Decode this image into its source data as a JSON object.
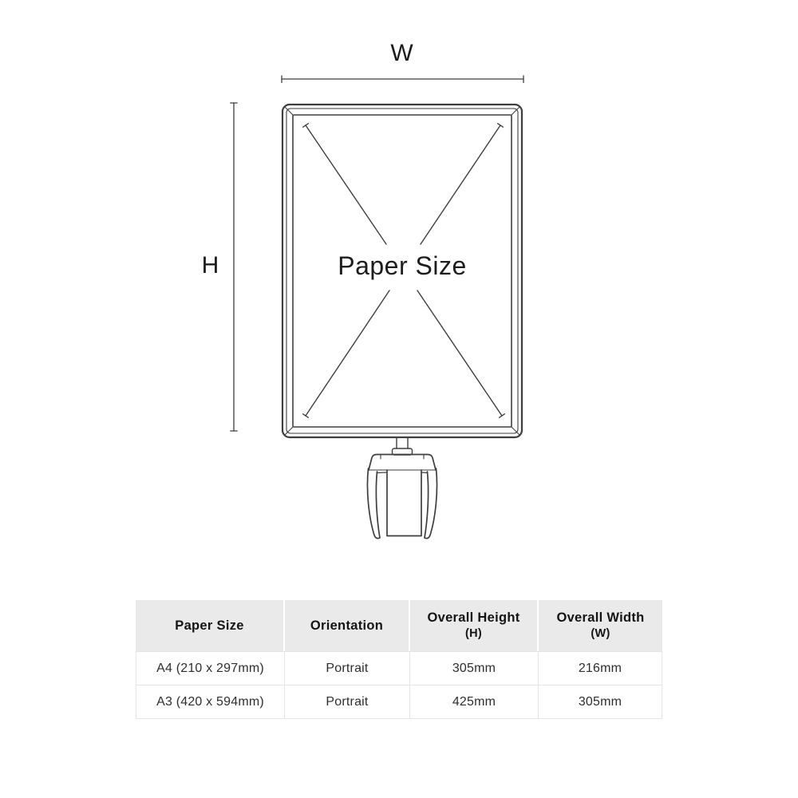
{
  "diagram": {
    "width_label": "W",
    "height_label": "H",
    "frame_label": "Paper Size",
    "line_color": "#3e3e3e"
  },
  "table": {
    "header_bg": "#eaeaea",
    "border_color": "#e4e4e4",
    "headers": [
      {
        "line1": "Paper Size",
        "line2": ""
      },
      {
        "line1": "Orientation",
        "line2": ""
      },
      {
        "line1": "Overall Height",
        "line2": "(H)"
      },
      {
        "line1": "Overall Width",
        "line2": "(W)"
      }
    ],
    "rows": [
      {
        "cells": [
          "A4 (210 x 297mm)",
          "Portrait",
          "305mm",
          "216mm"
        ]
      },
      {
        "cells": [
          "A3 (420 x 594mm)",
          "Portrait",
          "425mm",
          "305mm"
        ]
      }
    ]
  }
}
